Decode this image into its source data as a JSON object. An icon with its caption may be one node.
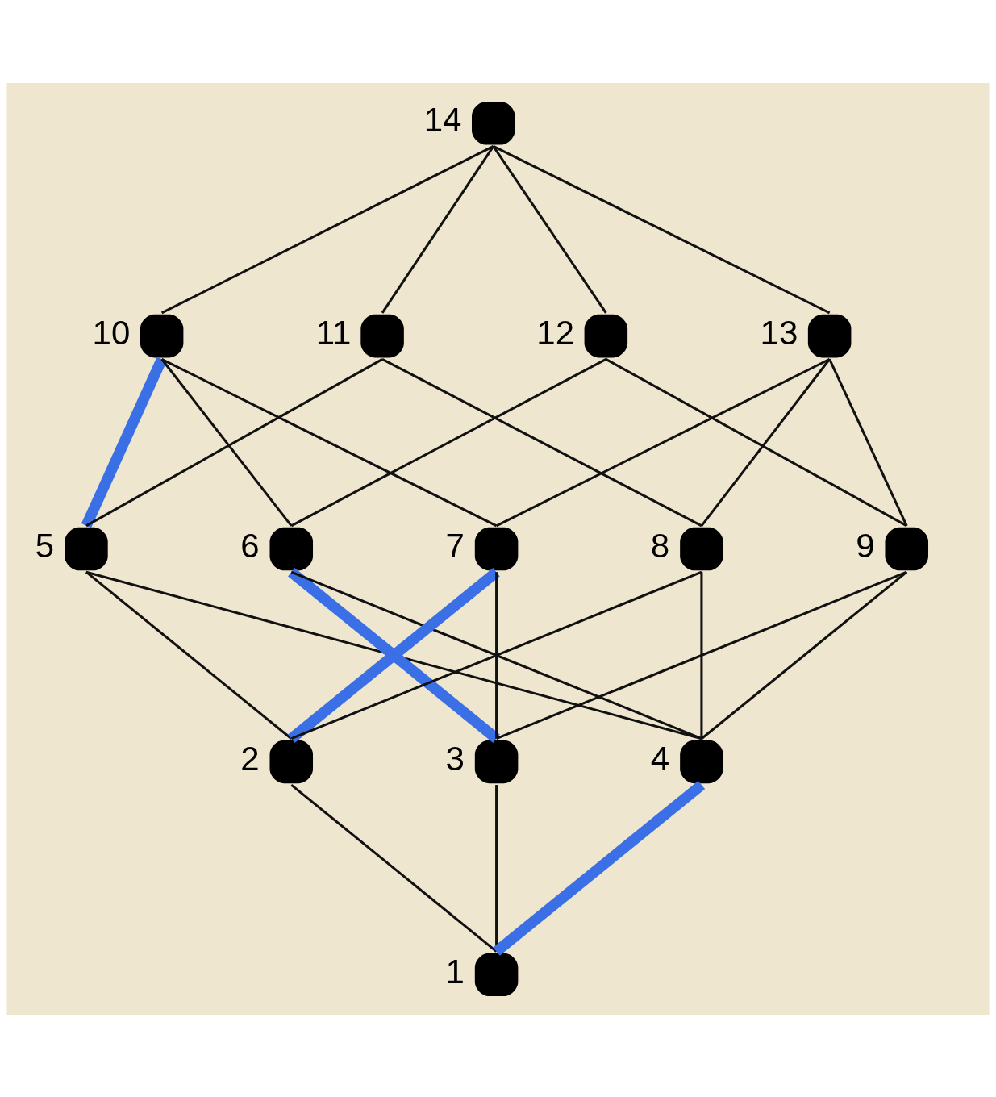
{
  "diagram": {
    "nodes": [
      {
        "text": [],
        "shape": "circle",
        "beside": [
          "14"
        ]
      },
      {
        "text": [],
        "shape": "circle",
        "beside": [
          "10"
        ]
      },
      {
        "text": [],
        "shape": "circle",
        "beside": [
          "11"
        ]
      },
      {
        "text": [],
        "shape": "circle",
        "beside": [
          "12"
        ]
      },
      {
        "text": [],
        "shape": "circle",
        "beside": [
          "13"
        ]
      },
      {
        "text": [],
        "shape": "circle",
        "beside": [
          "5"
        ]
      },
      {
        "text": [],
        "shape": "circle",
        "beside": [
          "6"
        ]
      },
      {
        "text": [],
        "shape": "circle",
        "beside": [
          "7"
        ]
      },
      {
        "text": [],
        "shape": "circle",
        "beside": [
          "8"
        ]
      },
      {
        "text": [],
        "shape": "circle",
        "beside": [
          "9"
        ]
      },
      {
        "text": [],
        "shape": "circle",
        "beside": [
          "2"
        ]
      },
      {
        "text": [],
        "shape": "circle",
        "beside": [
          "3"
        ]
      },
      {
        "text": [],
        "shape": "circle",
        "beside": [
          "4"
        ]
      },
      {
        "text": [],
        "shape": "circle",
        "beside": [
          "1"
        ]
      }
    ],
    "edges": [
      {
        "from": 0,
        "to": 1,
        "arrow": "none"
      },
      {
        "from": 0,
        "to": 2,
        "arrow": "none"
      },
      {
        "from": 0,
        "to": 3,
        "arrow": "none"
      },
      {
        "from": 0,
        "to": 4,
        "arrow": "none"
      },
      {
        "from": 1,
        "to": 5,
        "arrow": "none",
        "style": "thick",
        "color": "#3b6fe6"
      },
      {
        "from": 1,
        "to": 6,
        "arrow": "none"
      },
      {
        "from": 1,
        "to": 7,
        "arrow": "none"
      },
      {
        "from": 2,
        "to": 5,
        "arrow": "none"
      },
      {
        "from": 2,
        "to": 8,
        "arrow": "none"
      },
      {
        "from": 3,
        "to": 6,
        "arrow": "none"
      },
      {
        "from": 3,
        "to": 9,
        "arrow": "none"
      },
      {
        "from": 4,
        "to": 7,
        "arrow": "none"
      },
      {
        "from": 4,
        "to": 8,
        "arrow": "none"
      },
      {
        "from": 4,
        "to": 9,
        "arrow": "none"
      },
      {
        "from": 5,
        "to": 10,
        "arrow": "none"
      },
      {
        "from": 5,
        "to": 12,
        "arrow": "none"
      },
      {
        "from": 6,
        "to": 11,
        "arrow": "none",
        "style": "thick",
        "color": "#3b6fe6"
      },
      {
        "from": 6,
        "to": 12,
        "arrow": "none"
      },
      {
        "from": 7,
        "to": 10,
        "arrow": "none",
        "style": "thick",
        "color": "#3b6fe6"
      },
      {
        "from": 7,
        "to": 11,
        "arrow": "none"
      },
      {
        "from": 8,
        "to": 10,
        "arrow": "none"
      },
      {
        "from": 8,
        "to": 12,
        "arrow": "none"
      },
      {
        "from": 9,
        "to": 11,
        "arrow": "none"
      },
      {
        "from": 9,
        "to": 12,
        "arrow": "none"
      },
      {
        "from": 10,
        "to": 13,
        "arrow": "none"
      },
      {
        "from": 11,
        "to": 13,
        "arrow": "none"
      },
      {
        "from": 12,
        "to": 13,
        "arrow": "none",
        "style": "thick",
        "color": "#3b6fe6"
      }
    ]
  }
}
